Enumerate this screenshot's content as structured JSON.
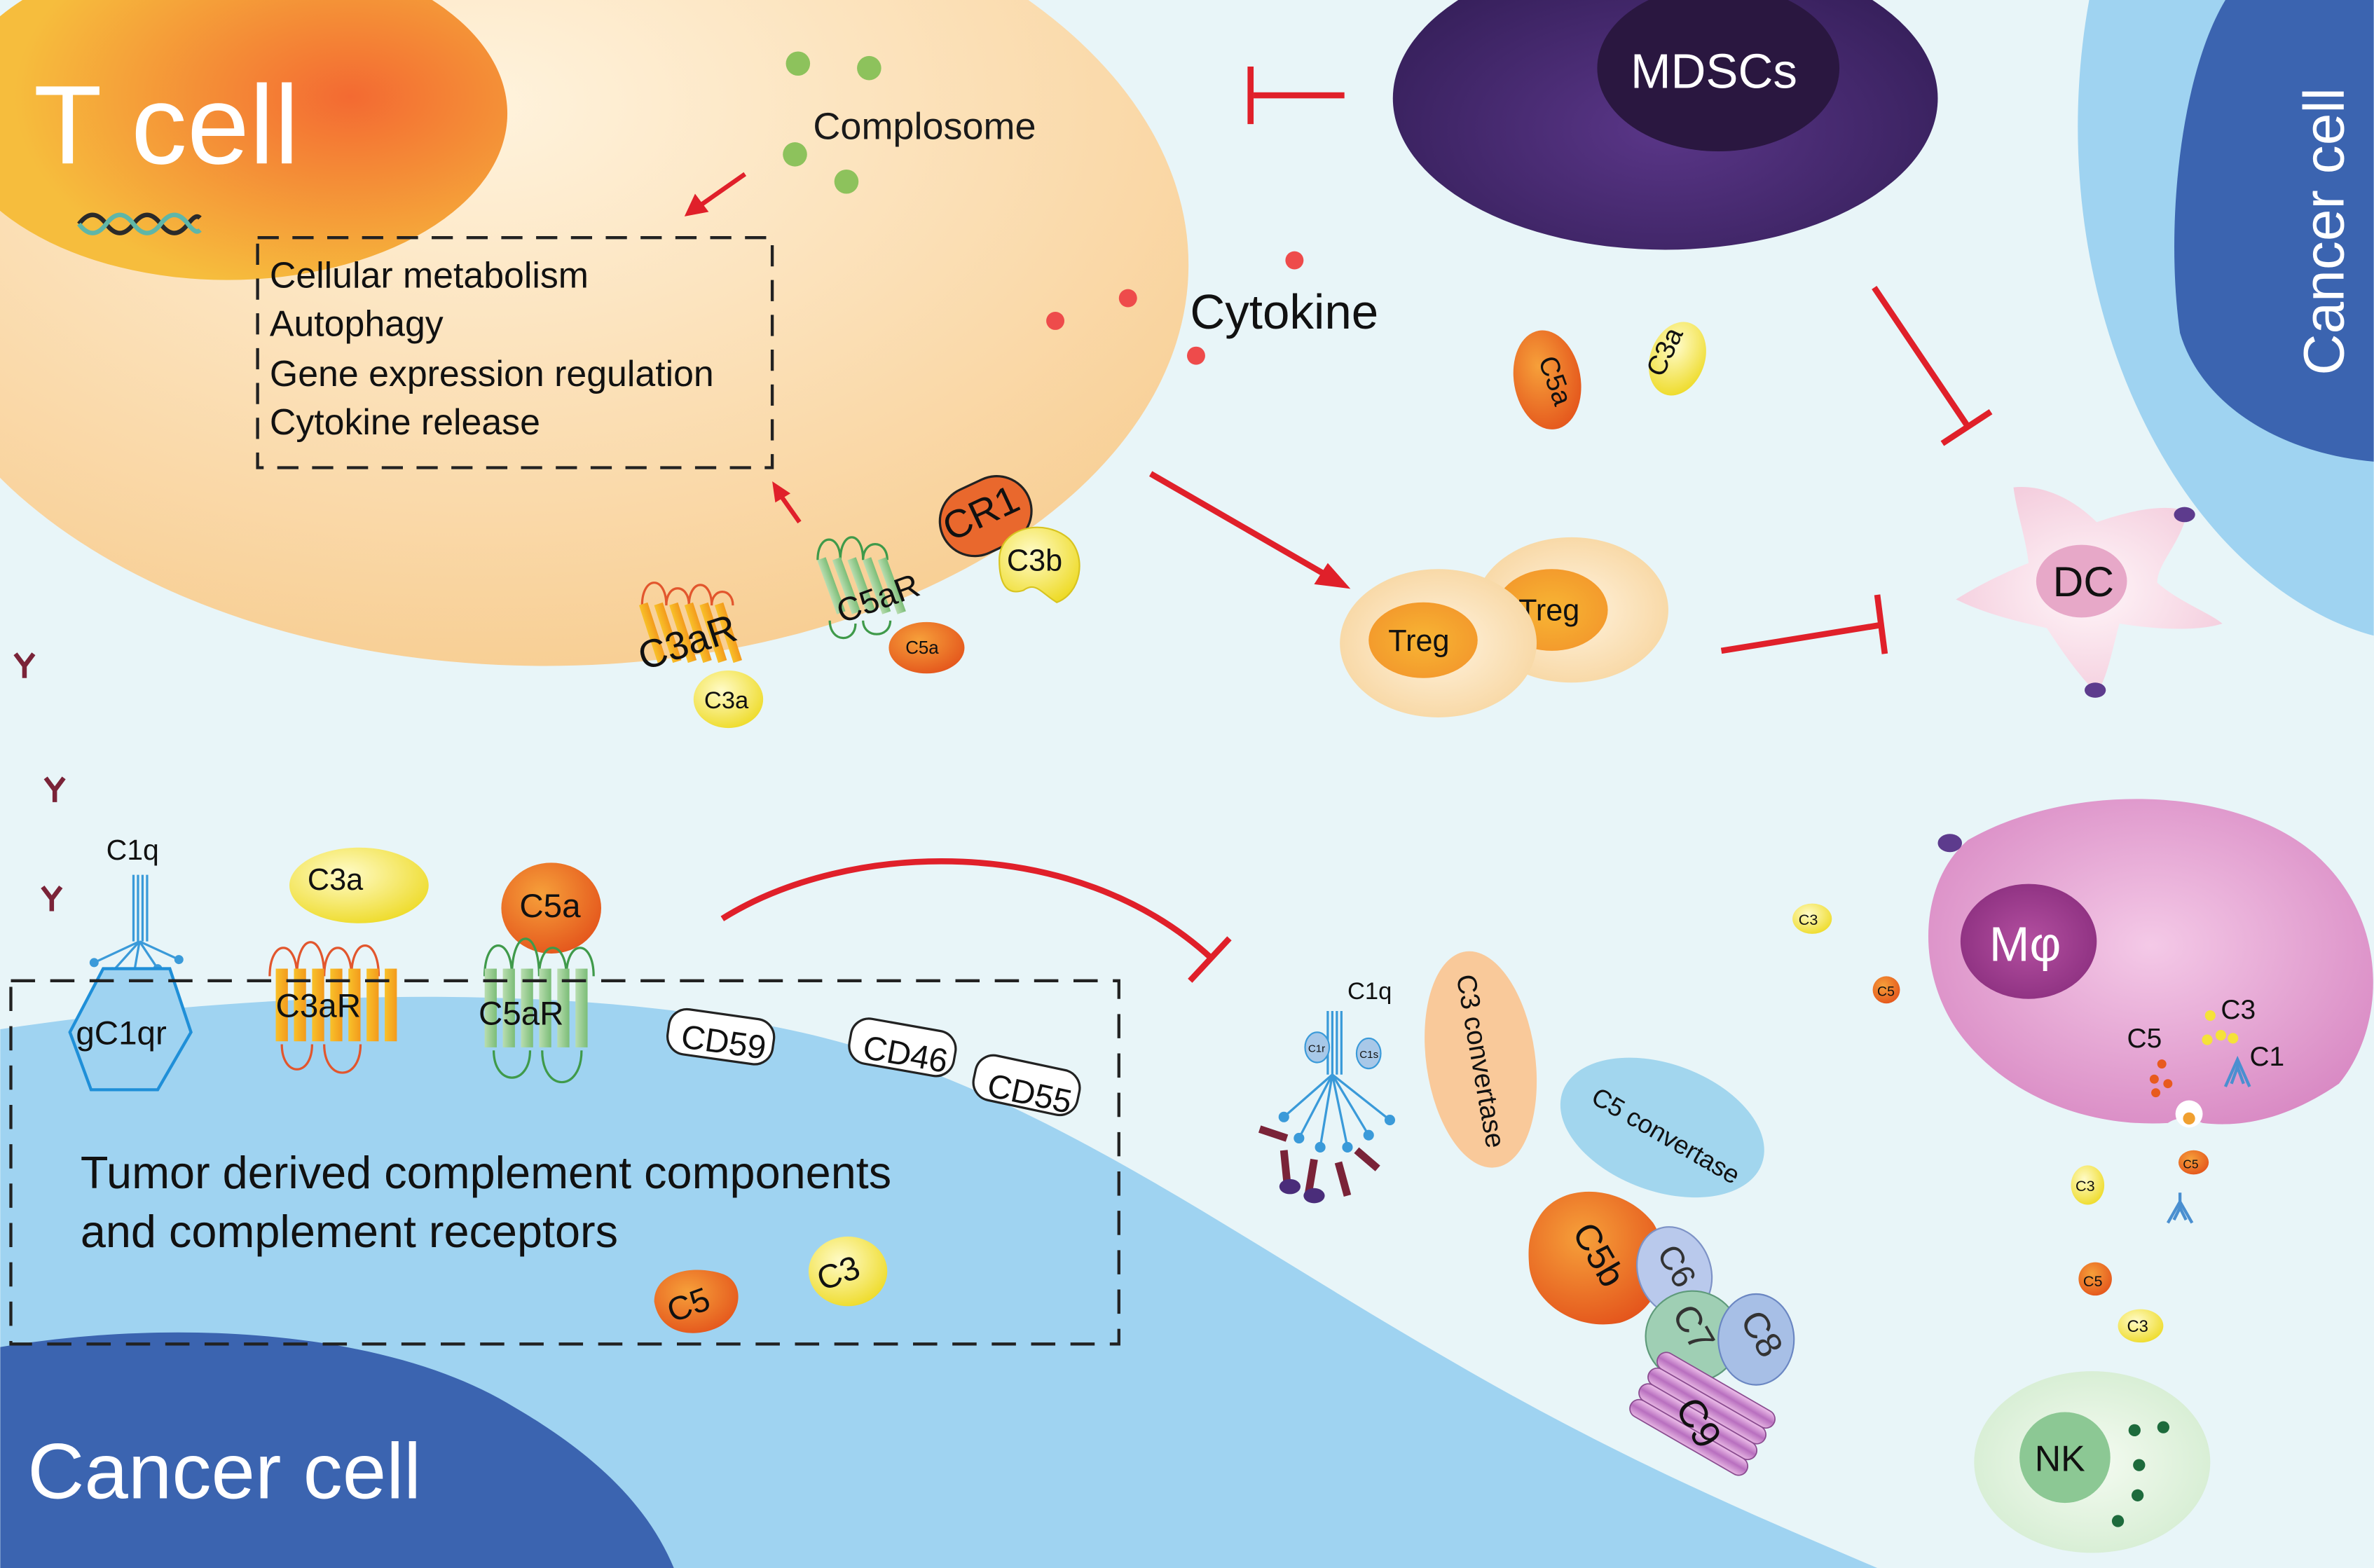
{
  "cells": {
    "t_cell": "T cell",
    "cancer_cell_bottom": "Cancer cell",
    "cancer_cell_right": "Cancer cell",
    "mdscs": "MDSCs",
    "dc": "DC",
    "treg_front": "Treg",
    "treg_back": "Treg",
    "macrophage": "Mφ",
    "nk": "NK"
  },
  "labels": {
    "complosome": "Complosome",
    "cytokine": "Cytokine"
  },
  "t_cell_functions": [
    "Cellular metabolism",
    "Autophagy",
    "Gene expression regulation",
    "Cytokine release"
  ],
  "t_cell_receptors": {
    "c3ar": "C3aR",
    "c5ar": "C5aR",
    "cr1": "CR1",
    "c3b": "C3b",
    "c3a": "C3a",
    "c5a": "C5a"
  },
  "free_fragments": {
    "c5a": "C5a",
    "c3a": "C3a"
  },
  "tumor": {
    "c1q": "C1q",
    "gc1qr": "gC1qr",
    "c3a": "C3a",
    "c5a": "C5a",
    "c3ar": "C3aR",
    "c5ar": "C5aR",
    "cd59": "CD59",
    "cd46": "CD46",
    "cd55": "CD55",
    "box_line1": "Tumor derived complement components",
    "box_line2": "and complement receptors",
    "c5": "C5",
    "c3": "C3"
  },
  "cascade": {
    "c1q": "C1q",
    "c1r": "C1r",
    "c1s": "C1s",
    "c3_convertase": "C3 convertase",
    "c5_convertase": "C5 convertase",
    "c5b": "C5b",
    "c6": "C6",
    "c7": "C7",
    "c8": "C8",
    "c9": "C9"
  },
  "macrophage_components": {
    "c5": "C5",
    "c3": "C3",
    "c1": "C1"
  },
  "secreted": {
    "c3_1": "C3",
    "c5_1": "C5",
    "c3_2": "C3",
    "c5_2": "C5",
    "c5_3": "C5",
    "c3_3": "C3"
  },
  "colors": {
    "background": "#e8f5f8",
    "inhibit_red": "#e0202a",
    "t_cell": "#fbd9a8",
    "cancer_light": "#9ed3f0",
    "cancer_dark": "#3a64b0",
    "mdsc": "#3a2360",
    "macrophage": "#d98ac4",
    "c5_orange": "#ee6a1e",
    "c3_yellow": "#f3e23a"
  }
}
